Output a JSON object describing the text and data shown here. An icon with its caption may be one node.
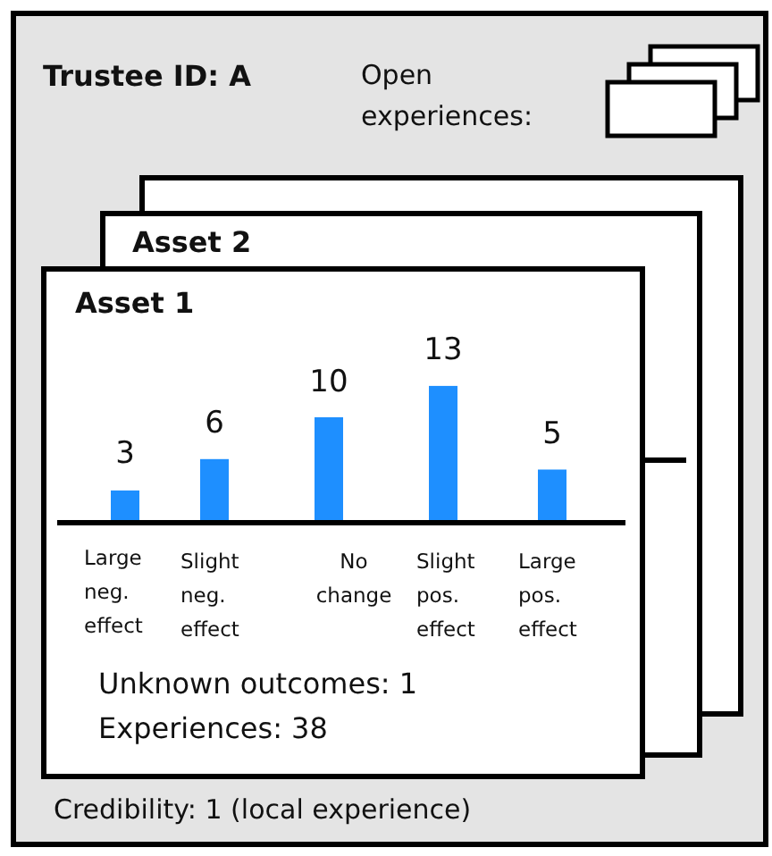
{
  "diagram": {
    "nodes": [
      {
        "text": [
          "Trustee ID: A",
          "Open experiences:",
          "Credibility: 1 (local experience)"
        ]
      },
      {
        "text": [],
        "shape": "box",
        "in": 0
      },
      {
        "text": [
          "Asset 2"
        ],
        "in": 0
      },
      {
        "text": [
          "Asset 1",
          "Unknown outcomes: 1",
          "Experiences: 38"
        ],
        "in": 0
      }
    ],
    "chart_data": {
      "type": "bar",
      "categories": [
        "Large neg. effect",
        "Slight neg. effect",
        "No change",
        "Slight pos. effect",
        "Large pos. effect"
      ],
      "series": [
        {
          "color": "#1e8fff",
          "values": [
            3,
            6,
            10,
            13,
            5
          ]
        }
      ],
      "data_labels": true
    }
  }
}
